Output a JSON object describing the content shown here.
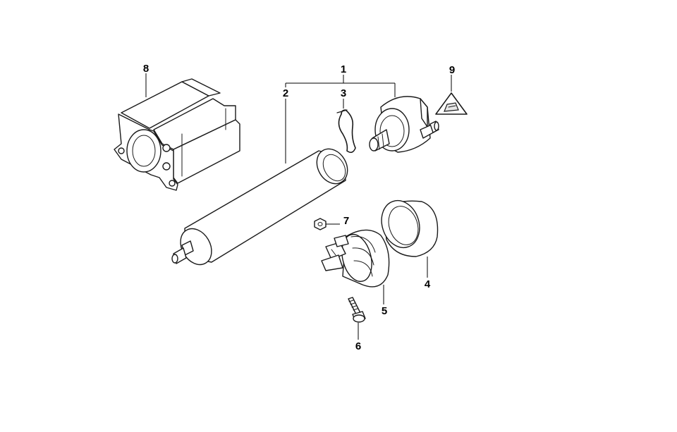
{
  "callouts": {
    "c1": "1",
    "c2": "2",
    "c3": "3",
    "c4": "4",
    "c5": "5",
    "c6": "6",
    "c7": "7",
    "c8": "8",
    "c9": "9"
  },
  "icons": {
    "fuel_filter": "fuel-filter-icon",
    "pressure_regulator": "pressure-regulator-icon",
    "retaining_clip": "retaining-clip-icon",
    "rubber_ring": "rubber-ring-icon",
    "bracket": "bracket-icon",
    "screw": "screw-icon",
    "nut": "nut-icon",
    "filter_housing": "filter-housing-icon",
    "warning_label": "warning-triangle-icon"
  }
}
